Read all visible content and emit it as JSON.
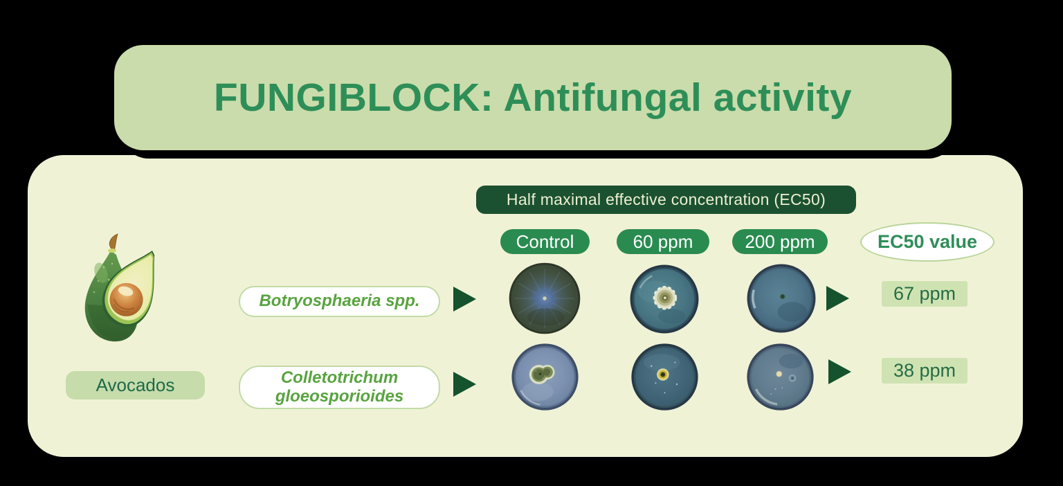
{
  "title": "FUNGIBLOCK: Antifungal activity",
  "header": {
    "label": "Half maximal effective concentration (EC50)"
  },
  "columns": [
    {
      "label": "Control"
    },
    {
      "label": "60 ppm"
    },
    {
      "label": "200 ppm"
    }
  ],
  "ec50_header": {
    "label": "EC50 value"
  },
  "crop": {
    "label": "Avocados"
  },
  "rows": [
    {
      "species": "Botryosphaeria spp.",
      "ec50_value": "67 ppm"
    },
    {
      "species": "Colletotrichum gloeosporioides",
      "ec50_value": "38 ppm"
    }
  ],
  "colors": {
    "background": "#000000",
    "banner_bg": "#cadcab",
    "title_green": "#2e8e58",
    "panel_bg": "#f0f2d6",
    "dark_pill_bg": "#1b5130",
    "dark_pill_text": "#edf0d3",
    "column_pill_bg": "#2a8b51",
    "species_text": "#58a33f",
    "arrow_green": "#14532d",
    "value_box_bg": "#cfe3b2",
    "value_text": "#266c46",
    "crop_label_bg": "#c6dcab",
    "crop_label_text": "#1e6a48"
  }
}
